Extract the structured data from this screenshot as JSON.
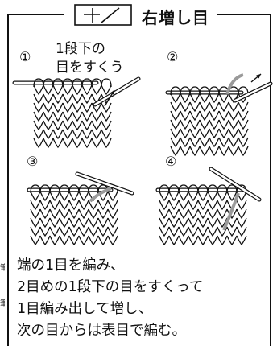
{
  "title": "右増し目",
  "instruction_note": [
    "1段下の",
    "目をすくう"
  ],
  "step_numbers": [
    "①",
    "②",
    "③",
    "④"
  ],
  "instructions": [
    "端の1目を編み、",
    "2目めの1段下の目をすくって",
    "1目編み出して増し、",
    "次の目からは表目で編む。"
  ],
  "edge_glyphs": [
    "筆",
    "筆"
  ],
  "colors": {
    "line": "#111111",
    "highlight": "#9a9a9a",
    "background": "#ffffff"
  },
  "icons": [
    "right-increase-symbol-icon",
    "needle-icon",
    "direction-arrow-icon"
  ]
}
